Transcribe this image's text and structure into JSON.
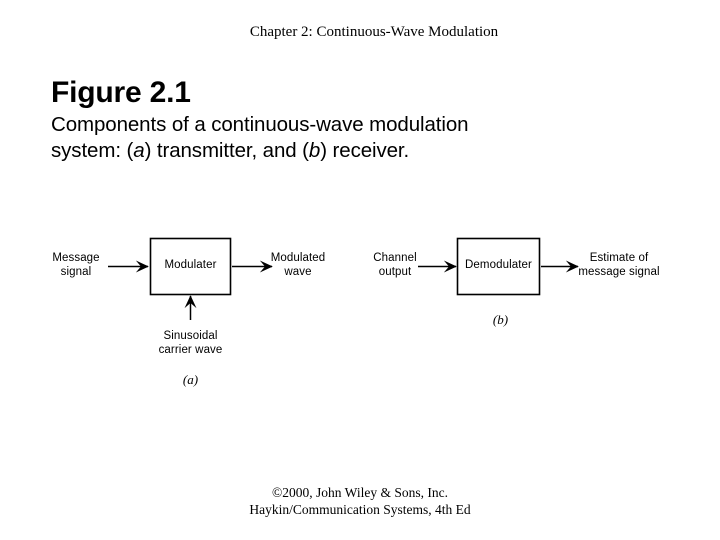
{
  "header": {
    "chapter": "Chapter 2: Continuous-Wave Modulation"
  },
  "title": {
    "figure_number": "Figure 2.1",
    "caption_line1_pre": "Components of a continuous-wave modulation",
    "caption_line2_pre": "system: (",
    "caption_a": "a",
    "caption_line2_mid": ") transmitter, and (",
    "caption_b": "b",
    "caption_line2_post": ") receiver."
  },
  "diagram": {
    "part_a": {
      "label": "(a)",
      "input_label_line1": "Message",
      "input_label_line2": "signal",
      "block_label": "Modulater",
      "output_label_line1": "Modulated",
      "output_label_line2": "wave",
      "carrier_label_line1": "Sinusoidal",
      "carrier_label_line2": "carrier wave"
    },
    "part_b": {
      "label": "(b)",
      "input_label_line1": "Channel",
      "input_label_line2": "output",
      "block_label": "Demodulater",
      "output_label_line1": "Estimate of",
      "output_label_line2": "message signal"
    },
    "colors": {
      "stroke": "#000000",
      "box_fill": "#ffffff",
      "background": "#ffffff"
    }
  },
  "footer": {
    "line1": "©2000, John Wiley & Sons, Inc.",
    "line2": "Haykin/Communication Systems, 4th Ed"
  }
}
